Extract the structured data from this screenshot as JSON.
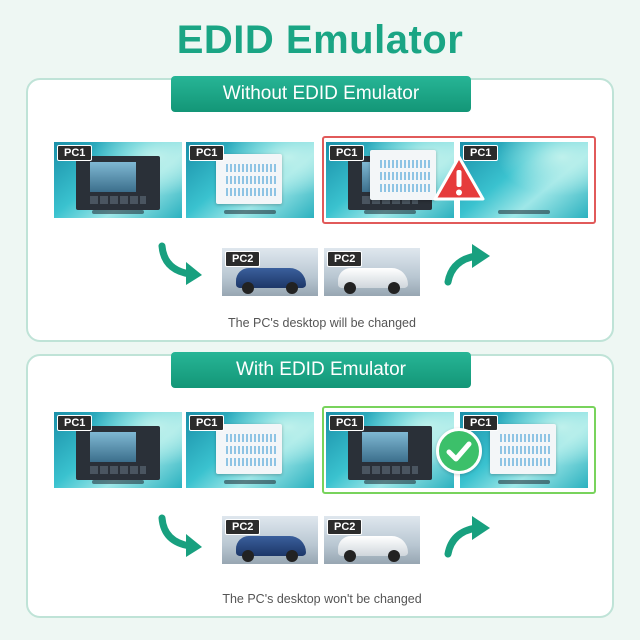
{
  "title": "EDID Emulator",
  "colors": {
    "accent": "#1aa584",
    "warning": "#e63b3b",
    "ok": "#3cc06a"
  },
  "without": {
    "banner": "Without EDID Emulator",
    "caption": "The PC's desktop will be changed",
    "status_icon": "warning-triangle-icon",
    "labels": {
      "pc1_a": "PC1",
      "pc1_b": "PC1",
      "pc1_c": "PC1",
      "pc1_d": "PC1",
      "pc2_a": "PC2",
      "pc2_b": "PC2"
    }
  },
  "with": {
    "banner": "With EDID Emulator",
    "caption": "The PC's desktop won't be changed",
    "status_icon": "checkmark-circle-icon",
    "labels": {
      "pc1_a": "PC1",
      "pc1_b": "PC1",
      "pc1_c": "PC1",
      "pc1_d": "PC1",
      "pc2_a": "PC2",
      "pc2_b": "PC2"
    }
  }
}
